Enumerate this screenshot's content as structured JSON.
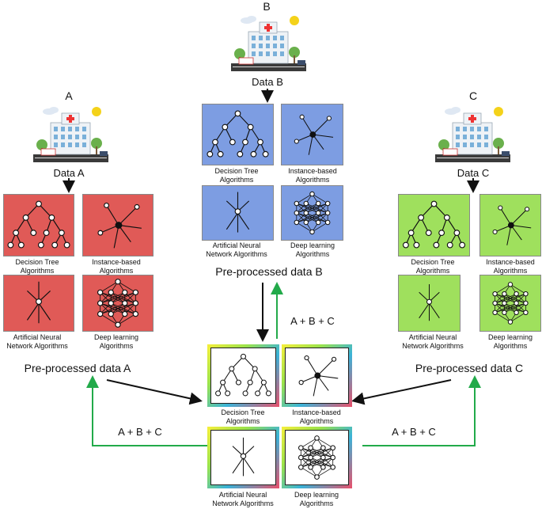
{
  "sites": {
    "a": {
      "letter": "A",
      "data_label": "Data A",
      "preprocessed": "Pre-processed data A",
      "color": "#e05a57"
    },
    "b": {
      "letter": "B",
      "data_label": "Data B",
      "preprocessed": "Pre-processed data B",
      "color": "#7d9de2"
    },
    "c": {
      "letter": "C",
      "data_label": "Data C",
      "preprocessed": "Pre-processed data C",
      "color": "#9fe05d"
    }
  },
  "algorithms": {
    "decision_tree": "Decision Tree Algorithms",
    "instance_based": "Instance-based Algorithms",
    "ann": "Artificial Neural Network Algorithms",
    "deep_learning": "Deep learning Algorithms"
  },
  "merge_label": "A + B + C",
  "colors": {
    "arrow_black": "#111111",
    "arrow_green": "#22aa4a",
    "gradient": [
      "#f7ef3a",
      "#9be34a",
      "#3ab3d8",
      "#e94f6a"
    ]
  }
}
